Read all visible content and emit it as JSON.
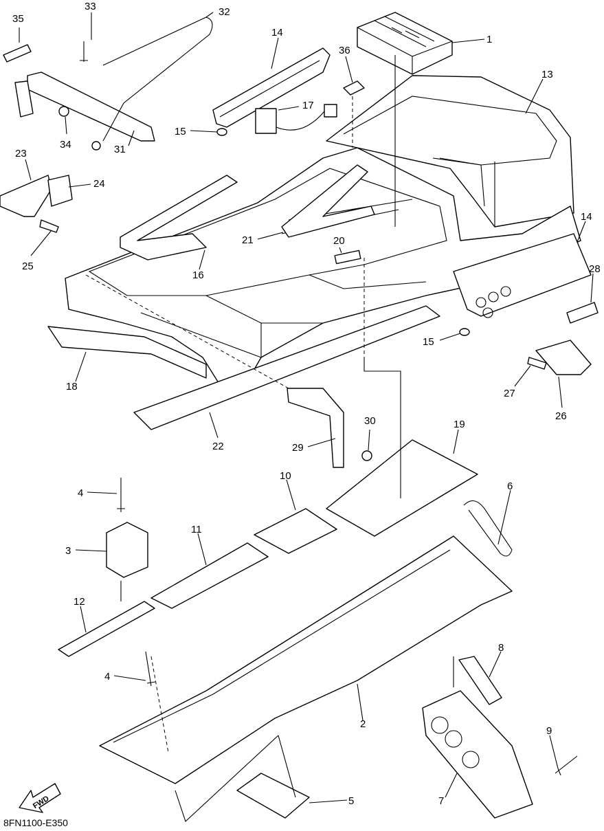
{
  "diagram_code": "8FN1100-E350",
  "fwd_label": "FWD",
  "callouts": [
    {
      "id": "35",
      "text": "35"
    },
    {
      "id": "33",
      "text": "33"
    },
    {
      "id": "32",
      "text": "32"
    },
    {
      "id": "14a",
      "text": "14"
    },
    {
      "id": "1",
      "text": "1"
    },
    {
      "id": "36",
      "text": "36"
    },
    {
      "id": "17",
      "text": "17"
    },
    {
      "id": "13",
      "text": "13"
    },
    {
      "id": "15a",
      "text": "15"
    },
    {
      "id": "34",
      "text": "34"
    },
    {
      "id": "31",
      "text": "31"
    },
    {
      "id": "23",
      "text": "23"
    },
    {
      "id": "24",
      "text": "24"
    },
    {
      "id": "25",
      "text": "25"
    },
    {
      "id": "21",
      "text": "21"
    },
    {
      "id": "20",
      "text": "20"
    },
    {
      "id": "16",
      "text": "16"
    },
    {
      "id": "14b",
      "text": "14"
    },
    {
      "id": "28",
      "text": "28"
    },
    {
      "id": "15b",
      "text": "15"
    },
    {
      "id": "27",
      "text": "27"
    },
    {
      "id": "26",
      "text": "26"
    },
    {
      "id": "18",
      "text": "18"
    },
    {
      "id": "22",
      "text": "22"
    },
    {
      "id": "30",
      "text": "30"
    },
    {
      "id": "29",
      "text": "29"
    },
    {
      "id": "19",
      "text": "19"
    },
    {
      "id": "4a",
      "text": "4"
    },
    {
      "id": "10",
      "text": "10"
    },
    {
      "id": "6",
      "text": "6"
    },
    {
      "id": "11",
      "text": "11"
    },
    {
      "id": "3",
      "text": "3"
    },
    {
      "id": "12",
      "text": "12"
    },
    {
      "id": "8",
      "text": "8"
    },
    {
      "id": "4b",
      "text": "4"
    },
    {
      "id": "2",
      "text": "2"
    },
    {
      "id": "9",
      "text": "9"
    },
    {
      "id": "7",
      "text": "7"
    },
    {
      "id": "5",
      "text": "5"
    }
  ]
}
